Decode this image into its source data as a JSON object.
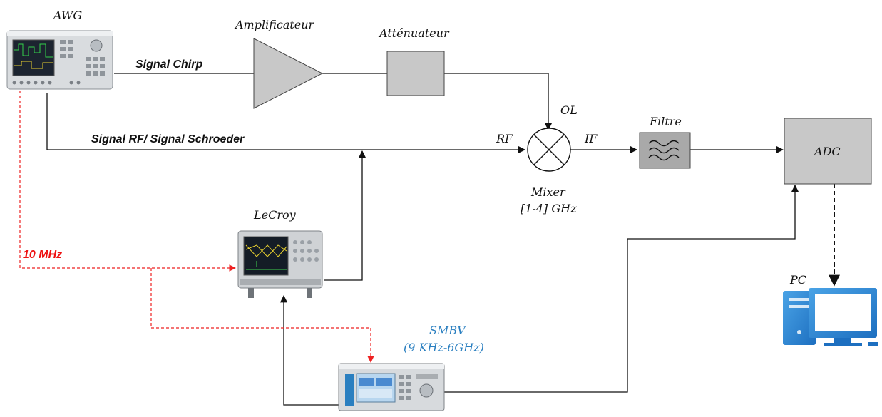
{
  "labels": {
    "awg": "AWG",
    "amplifier": "Amplificateur",
    "attenuator": "Atténuateur",
    "signal_chirp": "Signal Chirp",
    "signal_rf": "Signal RF/ Signal Schroeder",
    "ol": "OL",
    "rf": "RF",
    "if": "IF",
    "filter": "Filtre",
    "adc": "ADC",
    "mixer": "Mixer",
    "mixer_range": "[1-4] GHz",
    "lecroy": "LeCroy",
    "ref_clock": "10 MHz",
    "smbv": "SMBV",
    "smbv_range": "(9 KHz-6GHz)",
    "pc": "PC"
  },
  "colors": {
    "clock_line": "#e22222",
    "smbv_text": "#2a7fc0",
    "block_fill": "#c8c8c8",
    "filter_fill": "#a9a9a9"
  },
  "icons": {
    "awg": "awg-instrument-icon",
    "lecroy": "oscilloscope-icon",
    "smbv": "signal-generator-icon",
    "pc": "desktop-computer-icon"
  }
}
